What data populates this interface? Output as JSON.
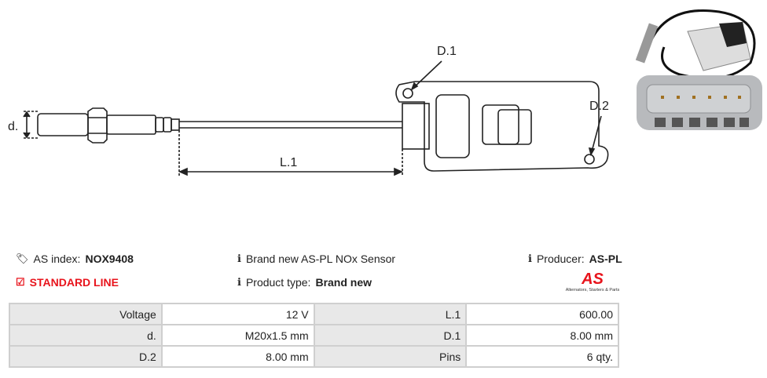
{
  "drawing": {
    "labels": {
      "d": "d.",
      "d1": "D.1",
      "d2": "D.2",
      "l1": "L.1"
    }
  },
  "info": {
    "as_index_label": "AS index:",
    "as_index_value": "NOX9408",
    "line": "STANDARD LINE",
    "description": "Brand new AS-PL NOx Sensor",
    "product_type_label": "Product type:",
    "product_type_value": "Brand new",
    "producer_label": "Producer:",
    "producer_value": "AS-PL",
    "logo_text": "AS",
    "logo_tagline": "Alternators, Starters & Parts"
  },
  "colors": {
    "accent": "#e8141c"
  },
  "specs": [
    {
      "k1": "Voltage",
      "v1": "12 V",
      "k2": "L.1",
      "v2": "600.00"
    },
    {
      "k1": "d.",
      "v1": "M20x1.5 mm",
      "k2": "D.1",
      "v2": "8.00 mm"
    },
    {
      "k1": "D.2",
      "v1": "8.00 mm",
      "k2": "Pins",
      "v2": "6 qty."
    }
  ]
}
